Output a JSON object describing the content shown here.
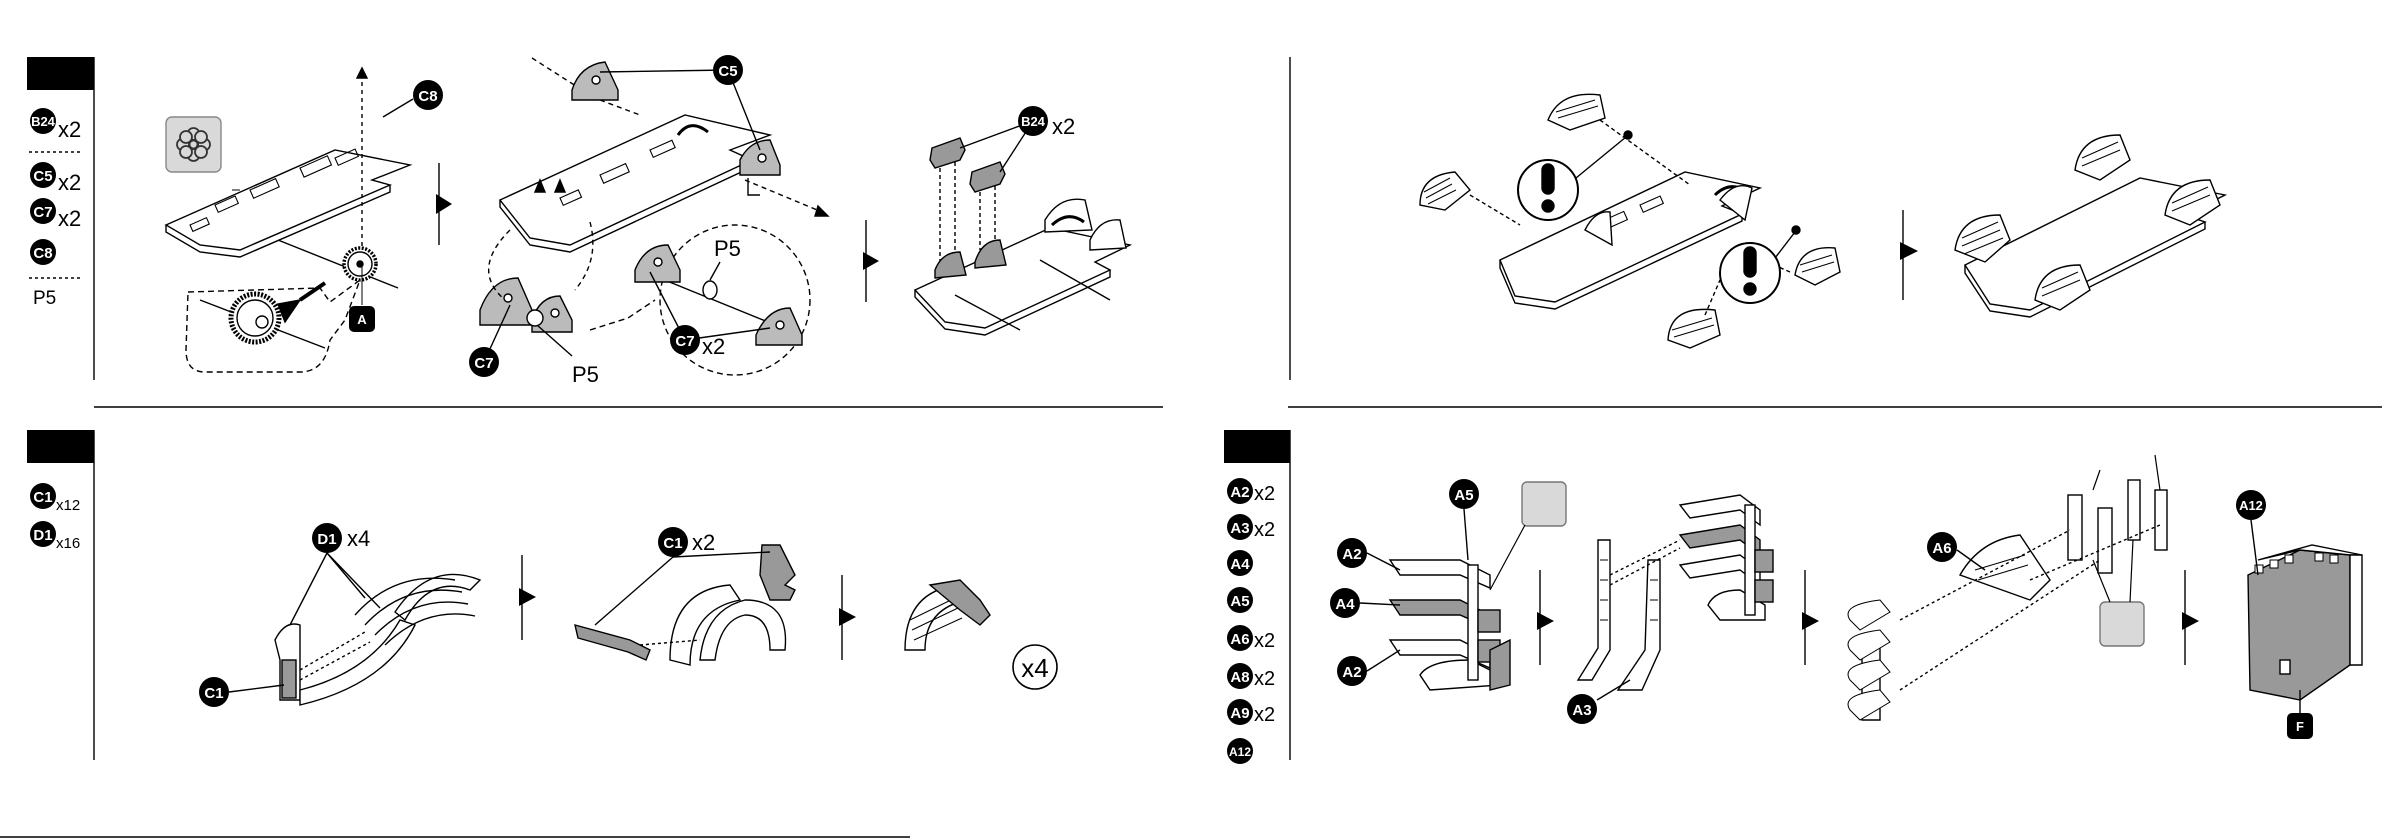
{
  "panels": {
    "p1": {
      "parts": [
        {
          "id": "B24",
          "qty": "x2"
        },
        {
          "id": "C5",
          "qty": "x2"
        },
        {
          "id": "C7",
          "qty": "x2"
        },
        {
          "id": "C8",
          "qty": ""
        }
      ],
      "extra": "P5",
      "callouts": {
        "c8": "C8",
        "a_tag": "A",
        "c5": "C5",
        "c7": "C7",
        "p5_a": "P5",
        "p5_b": "P5",
        "c7b": "C7",
        "c7b_qty": "x2",
        "b24": "B24",
        "b24_qty": "x2"
      }
    },
    "p3": {
      "parts": [
        {
          "id": "C1",
          "qty": "x12"
        },
        {
          "id": "D1",
          "qty": "x16"
        }
      ],
      "callouts": {
        "d1": "D1",
        "d1_qty": "x4",
        "c1": "C1",
        "c1b": "C1",
        "c1b_qty": "x2",
        "repeat": "x4"
      }
    },
    "p4": {
      "parts": [
        {
          "id": "A2",
          "qty": "x2"
        },
        {
          "id": "A3",
          "qty": "x2"
        },
        {
          "id": "A4",
          "qty": ""
        },
        {
          "id": "A5",
          "qty": ""
        },
        {
          "id": "A6",
          "qty": "x2"
        },
        {
          "id": "A8",
          "qty": "x2"
        },
        {
          "id": "A9",
          "qty": "x2"
        },
        {
          "id": "A12",
          "qty": ""
        }
      ],
      "callouts": {
        "a5": "A5",
        "a2a": "A2",
        "a4": "A4",
        "a2b": "A2",
        "a3": "A3",
        "a6": "A6",
        "a12": "A12",
        "f_tag": "F"
      }
    }
  },
  "icons": [
    "gear-icon",
    "flower-icon",
    "warning-icon",
    "arrow-right-icon"
  ]
}
